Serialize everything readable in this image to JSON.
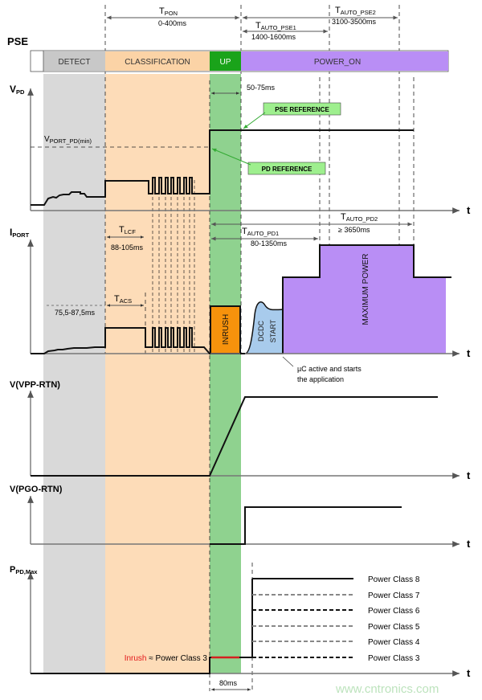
{
  "header": {
    "tpon": "T",
    "tpon_sub": "PON",
    "tpon_range": "0-400ms",
    "tpse1": "T",
    "tpse1_sub": "AUTO_PSE1",
    "tpse1_range": "1400-1600ms",
    "tpse2": "T",
    "tpse2_sub": "AUTO_PSE2",
    "tpse2_range": "3100-3500ms"
  },
  "pse_bar": {
    "label": "PSE",
    "phases": [
      {
        "label": "DETECT",
        "color": "#c8c8c8"
      },
      {
        "label": "CLASSIFICATION",
        "color": "#fbd3a6"
      },
      {
        "label": "UP",
        "color": "#1aa31a"
      },
      {
        "label": "POWER_ON",
        "color": "#b98ef5"
      }
    ]
  },
  "colors": {
    "detect_band": "#d9d9d9",
    "classification_band": "#fddcb8",
    "up_band": "#8fd28f",
    "inrush_fill": "#f7920c",
    "dcdc_fill": "#a8cbec",
    "max_power_fill": "#b98ef5",
    "reference_fill": "#9eef8e",
    "arrow_green": "#33aa33",
    "inrush_text": "#e31a1c"
  },
  "vpd": {
    "axis": "V",
    "axis_sub": "PD",
    "vport": "V",
    "vport_sub": "PORT_PD(min)",
    "t50": "50-75ms",
    "pse_ref": "PSE REFERENCE",
    "pd_ref": "PD REFERENCE",
    "t": "t"
  },
  "iport": {
    "axis": "I",
    "axis_sub": "PORT",
    "tlcf": "T",
    "tlcf_sub": "LCF",
    "tlcf_range": "88-105ms",
    "tacs": "T",
    "tacs_sub": "ACS",
    "tacs_range": "75,5-87,5ms",
    "tpd1": "T",
    "tpd1_sub": "AUTO_PD1",
    "tpd1_range": "80-1350ms",
    "tpd2": "T",
    "tpd2_sub": "AUTO_PD2",
    "tpd2_range": "≥ 3650ms",
    "inrush": "INRUSH",
    "dcdc1": "DCDC",
    "dcdc2": "START",
    "max_power": "MAXIMUM POWER",
    "uc1": "µC active and starts",
    "uc2": "the application",
    "t": "t"
  },
  "vpp": {
    "axis": "V(VPP-RTN)",
    "t": "t"
  },
  "pgo": {
    "axis": "V(PGO-RTN)",
    "t": "t"
  },
  "ppd": {
    "axis": "P",
    "axis_sub": "PD,Max",
    "inrush": "Inrush",
    "inrush_rest": " ≈ Power Class 3",
    "classes": [
      "Power Class 8",
      "Power Class 7",
      "Power Class 6",
      "Power Class 5",
      "Power Class 4",
      "Power Class 3"
    ],
    "t80": "80ms",
    "t": "t"
  },
  "watermark": "www.cntronics.com"
}
